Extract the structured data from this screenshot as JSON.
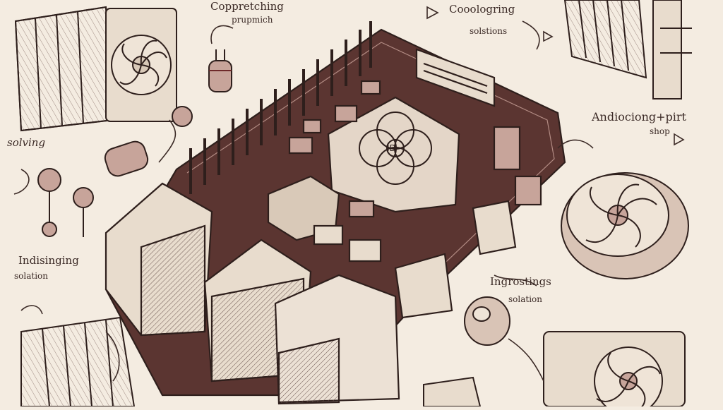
{
  "illustration": {
    "alt_theme": "sketch of a single-board computer surrounded by cooling fans and heatsinks",
    "ink_color": "#2e1f1c",
    "accent_color": "#6e2a2a",
    "paper_color": "#f4ece1"
  },
  "labels": {
    "top_center_line1": "Coppretching",
    "top_center_line2": "prupmich",
    "top_right_line1": "Cooologring",
    "top_right_line2": "solstions",
    "left_mid": "solving",
    "right_mid_line1": "Andiociong+pirt",
    "right_mid_line2": "shop",
    "left_low_line1": "Indisinging",
    "left_low_line2": "solation",
    "right_low_line1": "Ingrostings",
    "right_low_line2": "solation",
    "chip_mark": "ID"
  },
  "icons": {
    "board": "single-board-computer-icon",
    "fan": "cooling-fan-icon",
    "heatsink": "heatsink-icon"
  }
}
